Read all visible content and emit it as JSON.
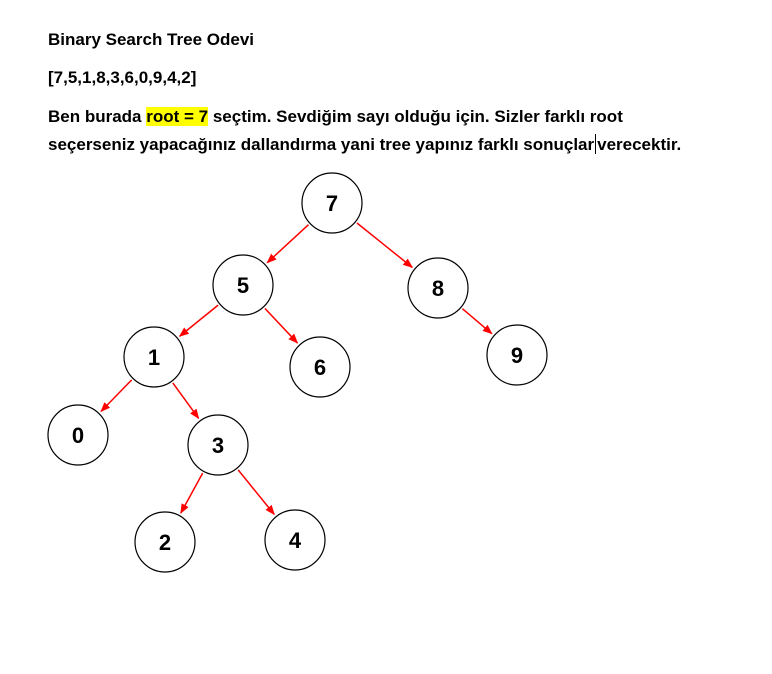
{
  "document": {
    "title": "Binary Search Tree Odevi",
    "sequence": "[7,5,1,8,3,6,0,9,4,2]",
    "paragraph": {
      "before_highlight": "Ben burada ",
      "highlight": "root = 7",
      "after_highlight": " seçtim. Sevdiğim sayı olduğu için. Sizler farklı root",
      "line2_before_cursor": "seçerseniz yapacağınız dallandırma yani tree yapınız farklı sonuçlar",
      "line2_after_cursor": "verecektir."
    }
  },
  "colors": {
    "highlight": "#ffff00",
    "edge": "#ff0000",
    "node_stroke": "#000000"
  },
  "tree": {
    "nodes": [
      {
        "id": "n7",
        "label": "7"
      },
      {
        "id": "n5",
        "label": "5"
      },
      {
        "id": "n8",
        "label": "8"
      },
      {
        "id": "n1",
        "label": "1"
      },
      {
        "id": "n6",
        "label": "6"
      },
      {
        "id": "n9",
        "label": "9"
      },
      {
        "id": "n0",
        "label": "0"
      },
      {
        "id": "n3",
        "label": "3"
      },
      {
        "id": "n2",
        "label": "2"
      },
      {
        "id": "n4",
        "label": "4"
      }
    ],
    "edges": [
      {
        "from": "n7",
        "to": "n5"
      },
      {
        "from": "n7",
        "to": "n8"
      },
      {
        "from": "n5",
        "to": "n1"
      },
      {
        "from": "n5",
        "to": "n6"
      },
      {
        "from": "n8",
        "to": "n9"
      },
      {
        "from": "n1",
        "to": "n0"
      },
      {
        "from": "n1",
        "to": "n3"
      },
      {
        "from": "n3",
        "to": "n2"
      },
      {
        "from": "n3",
        "to": "n4"
      }
    ]
  }
}
